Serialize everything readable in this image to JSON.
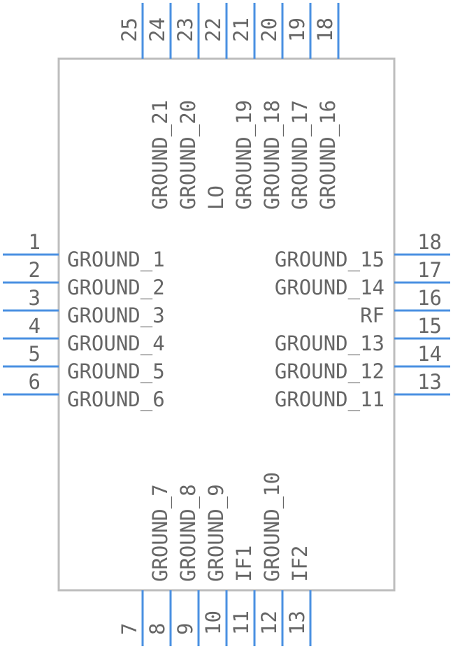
{
  "component": {
    "pins_left": [
      {
        "num": "1",
        "label": "GROUND_1"
      },
      {
        "num": "2",
        "label": "GROUND_2"
      },
      {
        "num": "3",
        "label": "GROUND_3"
      },
      {
        "num": "4",
        "label": "GROUND_4"
      },
      {
        "num": "5",
        "label": "GROUND_5"
      },
      {
        "num": "6",
        "label": "GROUND_6"
      }
    ],
    "pins_right": [
      {
        "num": "18",
        "label": "GROUND_15"
      },
      {
        "num": "17",
        "label": "GROUND_14"
      },
      {
        "num": "16",
        "label": "RF"
      },
      {
        "num": "15",
        "label": "GROUND_13"
      },
      {
        "num": "14",
        "label": "GROUND_12"
      },
      {
        "num": "13",
        "label": "GROUND_11"
      }
    ],
    "pins_top": [
      {
        "num": "25",
        "label": ""
      },
      {
        "num": "24",
        "label": "GROUND_21"
      },
      {
        "num": "23",
        "label": "GROUND_20"
      },
      {
        "num": "22",
        "label": "LO"
      },
      {
        "num": "21",
        "label": "GROUND_19"
      },
      {
        "num": "20",
        "label": "GROUND_18"
      },
      {
        "num": "19",
        "label": "GROUND_17"
      },
      {
        "num": "18b",
        "label": "GROUND_16"
      }
    ],
    "pins_bottom": [
      {
        "num": "7",
        "label": ""
      },
      {
        "num": "8",
        "label": "GROUND_7"
      },
      {
        "num": "9",
        "label": "GROUND_8"
      },
      {
        "num": "10",
        "label": "GROUND_9"
      },
      {
        "num": "11",
        "label": "IF1"
      },
      {
        "num": "12",
        "label": "GROUND_10"
      },
      {
        "num": "13b",
        "label": "IF2"
      }
    ]
  }
}
